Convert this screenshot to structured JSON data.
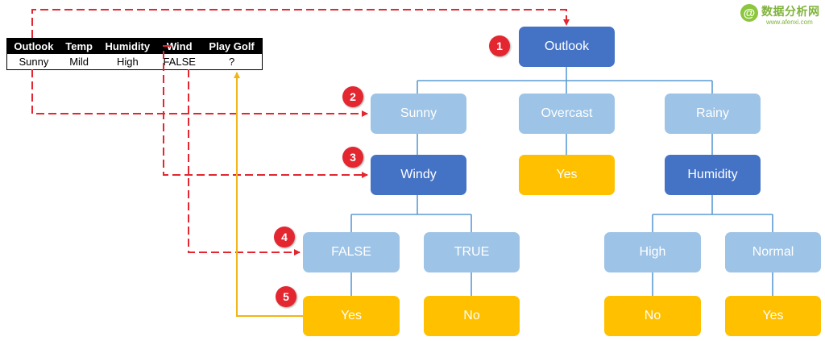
{
  "watermark": {
    "name": "数据分析网",
    "url": "www.afenxi.com"
  },
  "table": {
    "headers": [
      "Outlook",
      "Temp",
      "Humidity",
      "Wind",
      "Play Golf"
    ],
    "row": [
      "Sunny",
      "Mild",
      "High",
      "FALSE",
      "?"
    ]
  },
  "tree": {
    "root": "Outlook",
    "outlook_branches": [
      "Sunny",
      "Overcast",
      "Rainy"
    ],
    "overcast_leaf": "Yes",
    "sunny_split": "Windy",
    "rainy_split": "Humidity",
    "windy_branches": [
      "FALSE",
      "TRUE"
    ],
    "windy_leaves": [
      "Yes",
      "No"
    ],
    "humidity_branches": [
      "High",
      "Normal"
    ],
    "humidity_leaves": [
      "No",
      "Yes"
    ]
  },
  "steps": [
    "1",
    "2",
    "3",
    "4",
    "5"
  ],
  "colors": {
    "decision_node": "#4472c4",
    "branch_node": "#9dc3e6",
    "leaf_node": "#ffc000",
    "connector": "#5b9bd5",
    "path_arrow": "#e3262f",
    "result_arrow": "#f2b417",
    "step_badge": "#e3262f"
  }
}
